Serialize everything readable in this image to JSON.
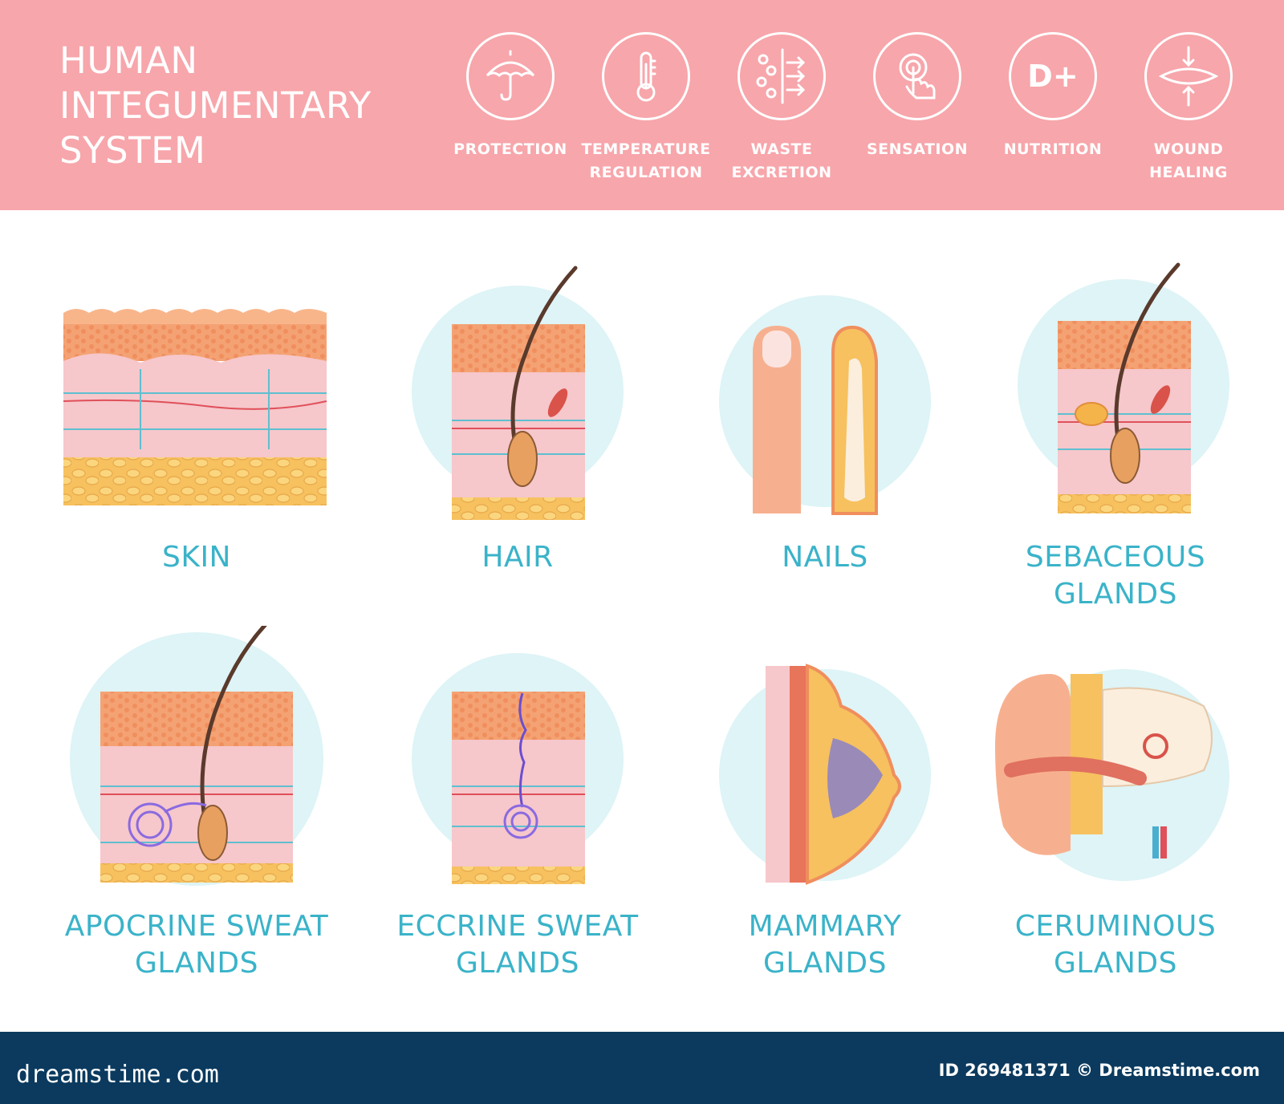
{
  "header": {
    "title_lines": [
      "HUMAN",
      "INTEGUMENTARY",
      "SYSTEM"
    ],
    "functions": [
      {
        "icon": "umbrella-icon",
        "lines": [
          "PROTECTION"
        ]
      },
      {
        "icon": "thermometer-icon",
        "lines": [
          "TEMPERATURE",
          "REGULATION"
        ]
      },
      {
        "icon": "excretion-icon",
        "lines": [
          "WASTE",
          "EXCRETION"
        ]
      },
      {
        "icon": "touch-icon",
        "lines": [
          "SENSATION"
        ]
      },
      {
        "icon": "vitamin-d-icon",
        "lines": [
          "NUTRITION"
        ],
        "icon_text": "D+"
      },
      {
        "icon": "wound-healing-icon",
        "lines": [
          "WOUND",
          "HEALING"
        ]
      }
    ]
  },
  "structures": [
    {
      "key": "skin",
      "lines": [
        "SKIN"
      ]
    },
    {
      "key": "hair",
      "lines": [
        "HAIR"
      ]
    },
    {
      "key": "nails",
      "lines": [
        "NAILS"
      ]
    },
    {
      "key": "sebaceous",
      "lines": [
        "SEBACEOUS",
        "GLANDS"
      ]
    },
    {
      "key": "apocrine",
      "lines": [
        "APOCRINE SWEAT",
        "GLANDS"
      ]
    },
    {
      "key": "eccrine",
      "lines": [
        "ECCRINE SWEAT",
        "GLANDS"
      ]
    },
    {
      "key": "mammary",
      "lines": [
        "MAMMARY",
        "GLANDS"
      ]
    },
    {
      "key": "ceruminous",
      "lines": [
        "CERUMINOUS",
        "GLANDS"
      ]
    }
  ],
  "footer": {
    "brand": "dreamstime.com",
    "image_id": "ID 269481371 © Dreamstime.com"
  },
  "colors": {
    "header": "#f7a6ab",
    "caption": "#3ab3c9",
    "footer": "#0b3a5e",
    "circle": "#def4f6"
  }
}
